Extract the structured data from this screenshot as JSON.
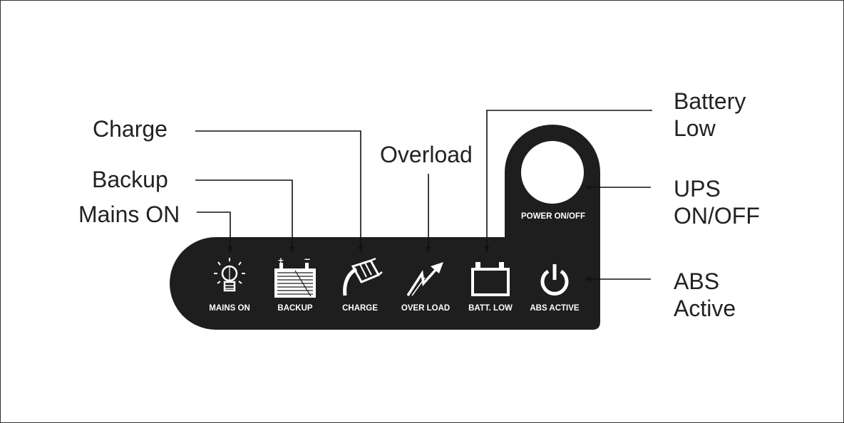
{
  "callouts": {
    "charge": "Charge",
    "backup": "Backup",
    "mains_on": "Mains ON",
    "overload": "Overload",
    "battery_low_line1": "Battery",
    "battery_low_line2": "Low",
    "ups_onoff_line1": "UPS",
    "ups_onoff_line2": "ON/OFF",
    "abs_active_line1": "ABS",
    "abs_active_line2": "Active"
  },
  "panel": {
    "power_button_label": "POWER ON/OFF",
    "indicators": [
      {
        "label": "MAINS ON",
        "icon": "bulb-icon"
      },
      {
        "label": "BACKUP",
        "icon": "battery-cells-icon"
      },
      {
        "label": "CHARGE",
        "icon": "charge-plug-icon"
      },
      {
        "label": "OVER LOAD",
        "icon": "lightning-icon"
      },
      {
        "label": "BATT. LOW",
        "icon": "empty-battery-icon"
      },
      {
        "label": "ABS ACTIVE",
        "icon": "power-icon"
      }
    ]
  },
  "colors": {
    "panel": "#1e1e1e",
    "text": "#222222",
    "icon": "#ffffff"
  }
}
